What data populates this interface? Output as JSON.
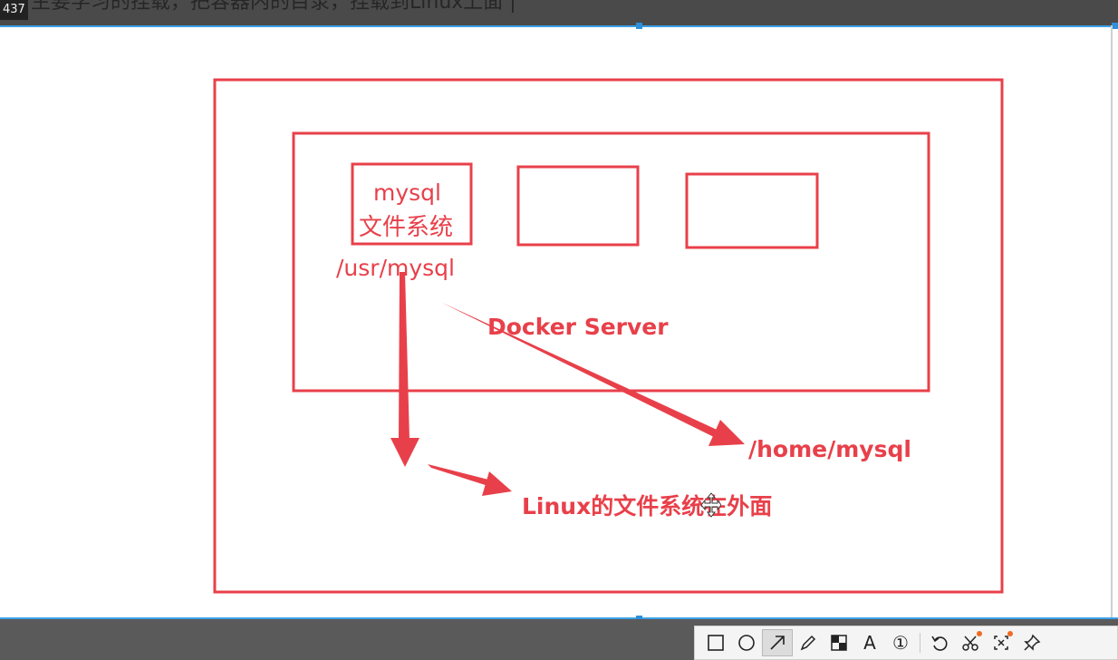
{
  "header": {
    "counter": "437",
    "caption": "主要学习的挂载，把容器内的目录，挂载到Linux上面 |"
  },
  "diagram": {
    "inner_box_line1": "mysql",
    "inner_box_line2": "文件系统",
    "container_path": "/usr/mysql",
    "server_label": "Docker Server",
    "host_path": "/home/mysql",
    "host_note": "Linux的文件系统在外面",
    "accent_color": "#e8404a"
  },
  "toolbar": {
    "tools": [
      {
        "name": "rectangle-tool",
        "icon": "rectangle-icon"
      },
      {
        "name": "ellipse-tool",
        "icon": "circle-icon"
      },
      {
        "name": "arrow-tool",
        "icon": "arrow-icon",
        "active": true
      },
      {
        "name": "pen-tool",
        "icon": "pencil-icon"
      },
      {
        "name": "mosaic-tool",
        "icon": "mosaic-icon"
      },
      {
        "name": "text-tool",
        "icon": "text-icon",
        "glyph": "A"
      },
      {
        "name": "number-tool",
        "icon": "number-icon",
        "glyph": "①"
      },
      {
        "name": "undo-button",
        "icon": "undo-icon"
      },
      {
        "name": "cancel-button",
        "icon": "scissors-icon"
      },
      {
        "name": "crop-button",
        "icon": "crop-icon"
      },
      {
        "name": "pin-button",
        "icon": "pin-icon"
      }
    ]
  }
}
